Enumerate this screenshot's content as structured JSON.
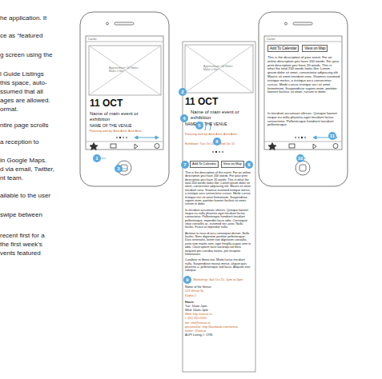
{
  "diagram": {
    "nodes": [
      {
        "text": [
          "Add To Calendar"
        ]
      },
      {
        "text": [
          "View on Map"
        ]
      },
      {
        "text": [
          "Add To Calendar"
        ]
      },
      {
        "text": [
          "View on Map"
        ]
      },
      {
        "text": [
          "1"
        ]
      },
      {
        "text": [
          "3"
        ]
      },
      {
        "text": [
          "2"
        ]
      },
      {
        "text": [
          "4"
        ]
      },
      {
        "text": [
          "5"
        ]
      },
      {
        "text": [
          "6"
        ]
      },
      {
        "text": [
          "7"
        ]
      },
      {
        "text": [
          "8"
        ]
      },
      {
        "text": [
          "9"
        ]
      },
      {
        "text": [
          "10"
        ]
      },
      {
        "text": [
          "11"
        ]
      }
    ],
    "labels": [
      "he application. It",
      "ce as “featured",
      "g screen using the",
      "l Guide Listings",
      "this space, auto-",
      "ssumed that all",
      "ages are allowed.",
      "ormat.",
      "ntire page scrolls",
      "a reception to",
      "in Google Maps.",
      "d via email, Twitter,",
      "nt team.",
      "ailable to the user",
      "swipe between",
      "recent first for a",
      "the first week's",
      "vents featured",
      "Carrier",
      "Approximate: 00 Notes Make it like",
      "11 OCT",
      "Name of main event or exhibition",
      "NAME OF THE VENUE",
      "Featuring work by: Artist Artist, Artist Artist",
      "Approximate: 00 Notes Make it like",
      "11 OCT",
      "Name of main event or exhibition",
      "NAME OF THE VENUE",
      "Featuring work by: Artist Artist, Artist Artist",
      "Exhibition: Tue Oct 11 to Wed Oct 15",
      "This is the description of the event. For an online description you have 200 words. For your print description you have 20 words. This is what the total 200 words looks like: Lorem ipsum dolor sit amet, consectetur adipiscing elit. Mauris sit amet tincidunt urna. Vivamus euismod tristique metus, a tristique arcu consectetur cursus. Morbi cursus tristique orci sit amet fermentum. Suspendisse sapien enim, porttitor laoreet facilisis sit amet, rutrum in dolor.",
      "In tincidunt accumsan ultrices. Quisque laoreet neque eu nulla pharetra eget tincidunt lectus consectetur. Pellentesque hendrerit tincidunt pellentesque, imperdiet lacus odio. Consequat vitae convallis ac, euismod nec justo. Nulla facilisi. Fusce at imperdiet nulla.",
      "Aenean in risus id arcu consequat dictum. Nulla facilisi. Nunc dignissim porttitor pellentesque. Duis venenatis, lorem non dignissim convallis, justo sem mattis sem, eget fringilla augue sem in odio. Class aptent taciti sociosqu ad litora torquent per conubia nostra, per inceptos himenaeos.",
      "Curabitur et libero nisi. Morbi luctus tincidunt nulla. Suspendisse massa metus, aliquet quis pharetra a, pellentesque sed lacus. Aliquam erat volutpat.",
      "Workshop: Sat Oct 15, 1pm to 3pm",
      "Name of the Venue",
      "123 Venue St.",
      "Dublin 2",
      "Hours",
      "Tue: 10am–5pm",
      "Wed: 10am–5pm",
      "Web: http://venue.ie",
      "t: (01) 555 0100",
      "em: info@venue.ie",
      "personalise: http://facebook.com/venue",
      "twitter: @venue",
      "ACPI Listing #: 1781",
      "Carrier",
      "This is the description of your event. For an online description you have 200 words. For your print description you have 20 words. This is what the total 200 words looks like: Lorem ipsum dolor sit amet, consectetur adipiscing elit. Mauris sit amet tincidunt urna. Vivamus euismod tristique metus, a tristique arcu consectetur cursus. Morbi cursus tristique orci sit amet fermentum. Suspendisse sapien enim, porttitor laoreet facilisis sit amet, rutrum in dolor.",
      "In tincidunt accumsan ultrices. Quisque laoreet neque eu nulla pharetra eget tincidunt lectus consectetur. Pellentesque hendrerit tincidunt pellentesque."
    ]
  }
}
